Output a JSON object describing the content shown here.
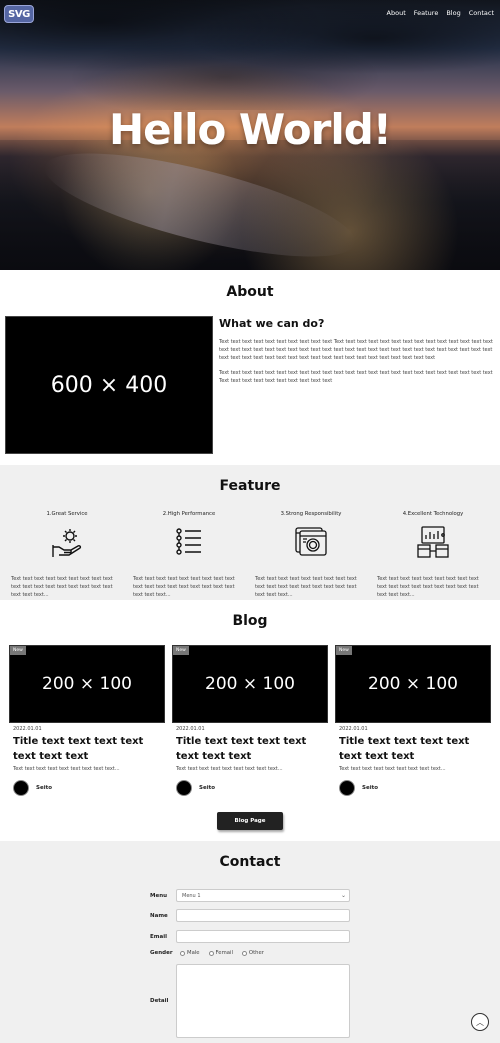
{
  "header": {
    "logo_text": "SVG",
    "nav": [
      "About",
      "Feature",
      "Blog",
      "Contact"
    ]
  },
  "hero": {
    "title": "Hello World!"
  },
  "about": {
    "heading": "About",
    "image_label": "600 × 400",
    "subheading": "What we can do?",
    "paragraphs": [
      "Text text text text text text text text text text Text text text text text text text text text text text text text text text text text text text text text text text text text text text text text text text text text text text text text text text text text text text text text text text text text text text text text text text text text",
      "Text text text text text text text text text text text text text text text text text text text text text text text text Text text text text text text text text text text"
    ]
  },
  "feature": {
    "heading": "Feature",
    "items": [
      {
        "title": "1.Great Service",
        "icon": "hand-gear-icon",
        "desc": "Text text text text text text text text text text text text text text text text text text text text text..."
      },
      {
        "title": "2.High Performance",
        "icon": "list-icon",
        "desc": "Text text text text text text text text text text text text text text text text text text text text text..."
      },
      {
        "title": "3.Strong Responsibility",
        "icon": "window-gear-icon",
        "desc": "Text text text text text text text text text text text text text text text text text text text text text..."
      },
      {
        "title": "4.Excellent Technology",
        "icon": "analytics-icon",
        "desc": "Text text text text text text text text text text text text text text text text text text text text text..."
      }
    ]
  },
  "blog": {
    "heading": "Blog",
    "cards": [
      {
        "badge": "New",
        "image_label": "200 × 100",
        "date": "2022.01.01",
        "title": "Title text text text text text text text",
        "excerpt": "Text text text text text text text text text...",
        "author": "Seito"
      },
      {
        "badge": "New",
        "image_label": "200 × 100",
        "date": "2022.01.01",
        "title": "Title text text text text text text text",
        "excerpt": "Text text text text text text text text text...",
        "author": "Seito"
      },
      {
        "badge": "New",
        "image_label": "200 × 100",
        "date": "2022.01.01",
        "title": "Title text text text text text text text",
        "excerpt": "Text text text text text text text text text...",
        "author": "Seito"
      }
    ],
    "button_label": "Blog Page"
  },
  "contact": {
    "heading": "Contact",
    "menu_label": "Menu",
    "menu_value": "Menu 1",
    "name_label": "Name",
    "email_label": "Email",
    "gender_label": "Gender",
    "gender_options": [
      "Male",
      "Femail",
      "Other"
    ],
    "detail_label": "Detail"
  },
  "scroll_top_icon": "chevron-up-icon"
}
